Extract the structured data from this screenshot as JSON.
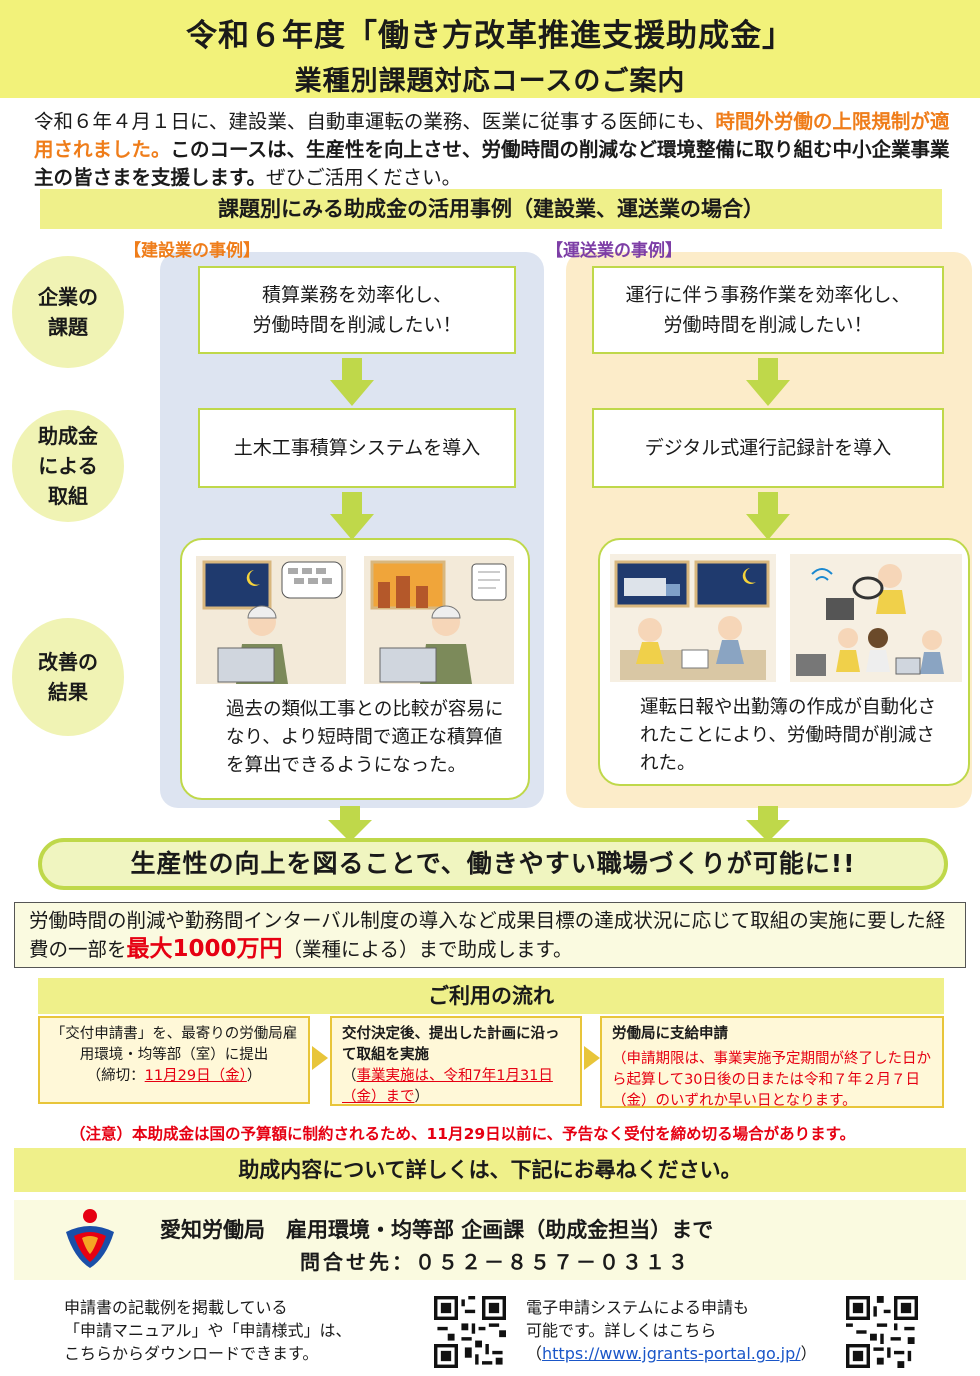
{
  "header": {
    "title_line1": "令和６年度「働き方改革推進支援助成金」",
    "title_line2": "業種別課題対応コースのご案内"
  },
  "intro": {
    "part1": "令和６年４月１日に、建設業、自動車運転の業務、医業に従事する医師にも、",
    "part2_orange": "時間外労働の上限規制が適用されました。",
    "part3_bold": "このコースは、生産性を向上させ、労働時間の削減など環境整備に取り組む中小企業事業主の皆さまを支援します。",
    "part4": "ぜひご活用ください。"
  },
  "section_title": "課題別にみる助成金の活用事例（建設業、運送業の場合）",
  "row_labels": {
    "challenge": "企業の課題",
    "challenge_l1": "企業の",
    "challenge_l2": "課題",
    "action_l1": "助成金",
    "action_l2": "による",
    "action_l3": "取組",
    "result_l1": "改善の",
    "result_l2": "結果"
  },
  "construction": {
    "label": "【建設業の事例】",
    "challenge_l1": "積算業務を効率化し、",
    "challenge_l2": "労働時間を削減したい！",
    "action": "土木工事積算システムを導入",
    "result": "過去の類似工事との比較が容易になり、より短時間で適正な積算値を算出できるようになった。"
  },
  "transport": {
    "label": "【運送業の事例】",
    "challenge_l1": "運行に伴う事務作業を効率化し、",
    "challenge_l2": "労働時間を削減したい！",
    "action": "デジタル式運行記録計を導入",
    "result": "運転日報や出勤簿の作成が自動化されたことにより、労働時間が削減された。"
  },
  "banner": "生産性の向上を図ることで、働きやすい職場づくりが可能に!!",
  "info": {
    "part1": "労働時間の削減や勤務間インターバル制度の導入など成果目標の達成状況に応じて取組の実施に要した経費の一部を",
    "max_amount": "最大1000万円",
    "part2": "（業種による）まで助成します。"
  },
  "flow": {
    "title": "ご利用の流れ",
    "step1_text": "「交付申請書」を、最寄りの労働局雇用環境・均等部（室）に提出",
    "step1_deadline_prefix": "（締切：",
    "step1_deadline": "11月29日（金）",
    "step1_deadline_suffix": "）",
    "step2_head": "交付決定後、提出した計画に沿って取組を実施",
    "step2_note_prefix": "（",
    "step2_note": "事業実施は、令和7年1月31日（金）まで",
    "step2_note_suffix": "）",
    "step3_head": "労働局に支給申請",
    "step3_note": "（申請期限は、事業実施予定期間が終了した日から起算して30日後の日または令和７年２月７日（金）のいずれか早い日となります。"
  },
  "notice": "（注意）本助成金は国の予算額に制約されるため、11月29日以前に、予告なく受付を締め切る場合があります。",
  "details_band": "助成内容について詳しくは、下記にお尋ねください。",
  "contact": {
    "line1": "愛知労働局　雇用環境・均等部 企画課（助成金担当）まで",
    "line2": "問合せ先：０５２－８５７－０３１３"
  },
  "footer": {
    "left_l1": "申請書の記載例を掲載している",
    "left_l2": "「申請マニュアル」や「申請様式」は、",
    "left_l3": "こちらからダウンロードできます。",
    "right_l1": "電子申請システムによる申請も",
    "right_l2": "可能です。詳しくはこちら",
    "right_l3_prefix": "（",
    "right_url": "https://www.jgrants-portal.go.jp/",
    "right_l3_suffix": "）"
  },
  "colors": {
    "header_bg": "#f2f27a",
    "band_bg": "#eff08a",
    "accent_green": "#bfd84a",
    "orange": "#ef7d1a",
    "purple": "#7d3ea6",
    "red": "#e60012",
    "construction_panel": "#dde4f1",
    "transport_panel": "#fcecc9"
  },
  "icons": {
    "arrow": "down-arrow-icon",
    "logo": "ministry-logo-icon",
    "qr": "qr-code-icon"
  }
}
